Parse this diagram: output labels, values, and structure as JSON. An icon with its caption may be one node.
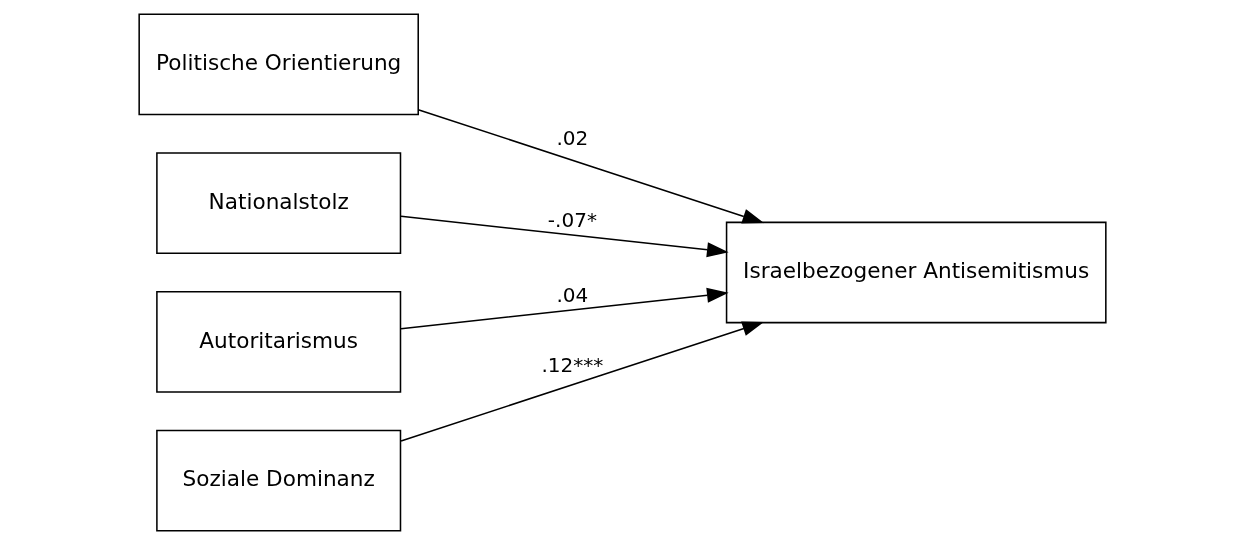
{
  "diagram": {
    "nodes": [
      {
        "text": [
          "Politische Orientierung"
        ]
      },
      {
        "text": [
          "Nationalstolz"
        ]
      },
      {
        "text": [
          "Autoritarismus"
        ]
      },
      {
        "text": [
          "Soziale Dominanz"
        ]
      },
      {
        "text": [
          "Israelbezogener Antisemitismus"
        ]
      }
    ],
    "edges": [
      {
        "from": 0,
        "to": 4,
        "arrow": "to",
        "label": ".02"
      },
      {
        "from": 1,
        "to": 4,
        "arrow": "to",
        "label": "-.07*"
      },
      {
        "from": 2,
        "to": 4,
        "arrow": "to",
        "label": ".04"
      },
      {
        "from": 3,
        "to": 4,
        "arrow": "to",
        "label": ".12***"
      }
    ]
  }
}
